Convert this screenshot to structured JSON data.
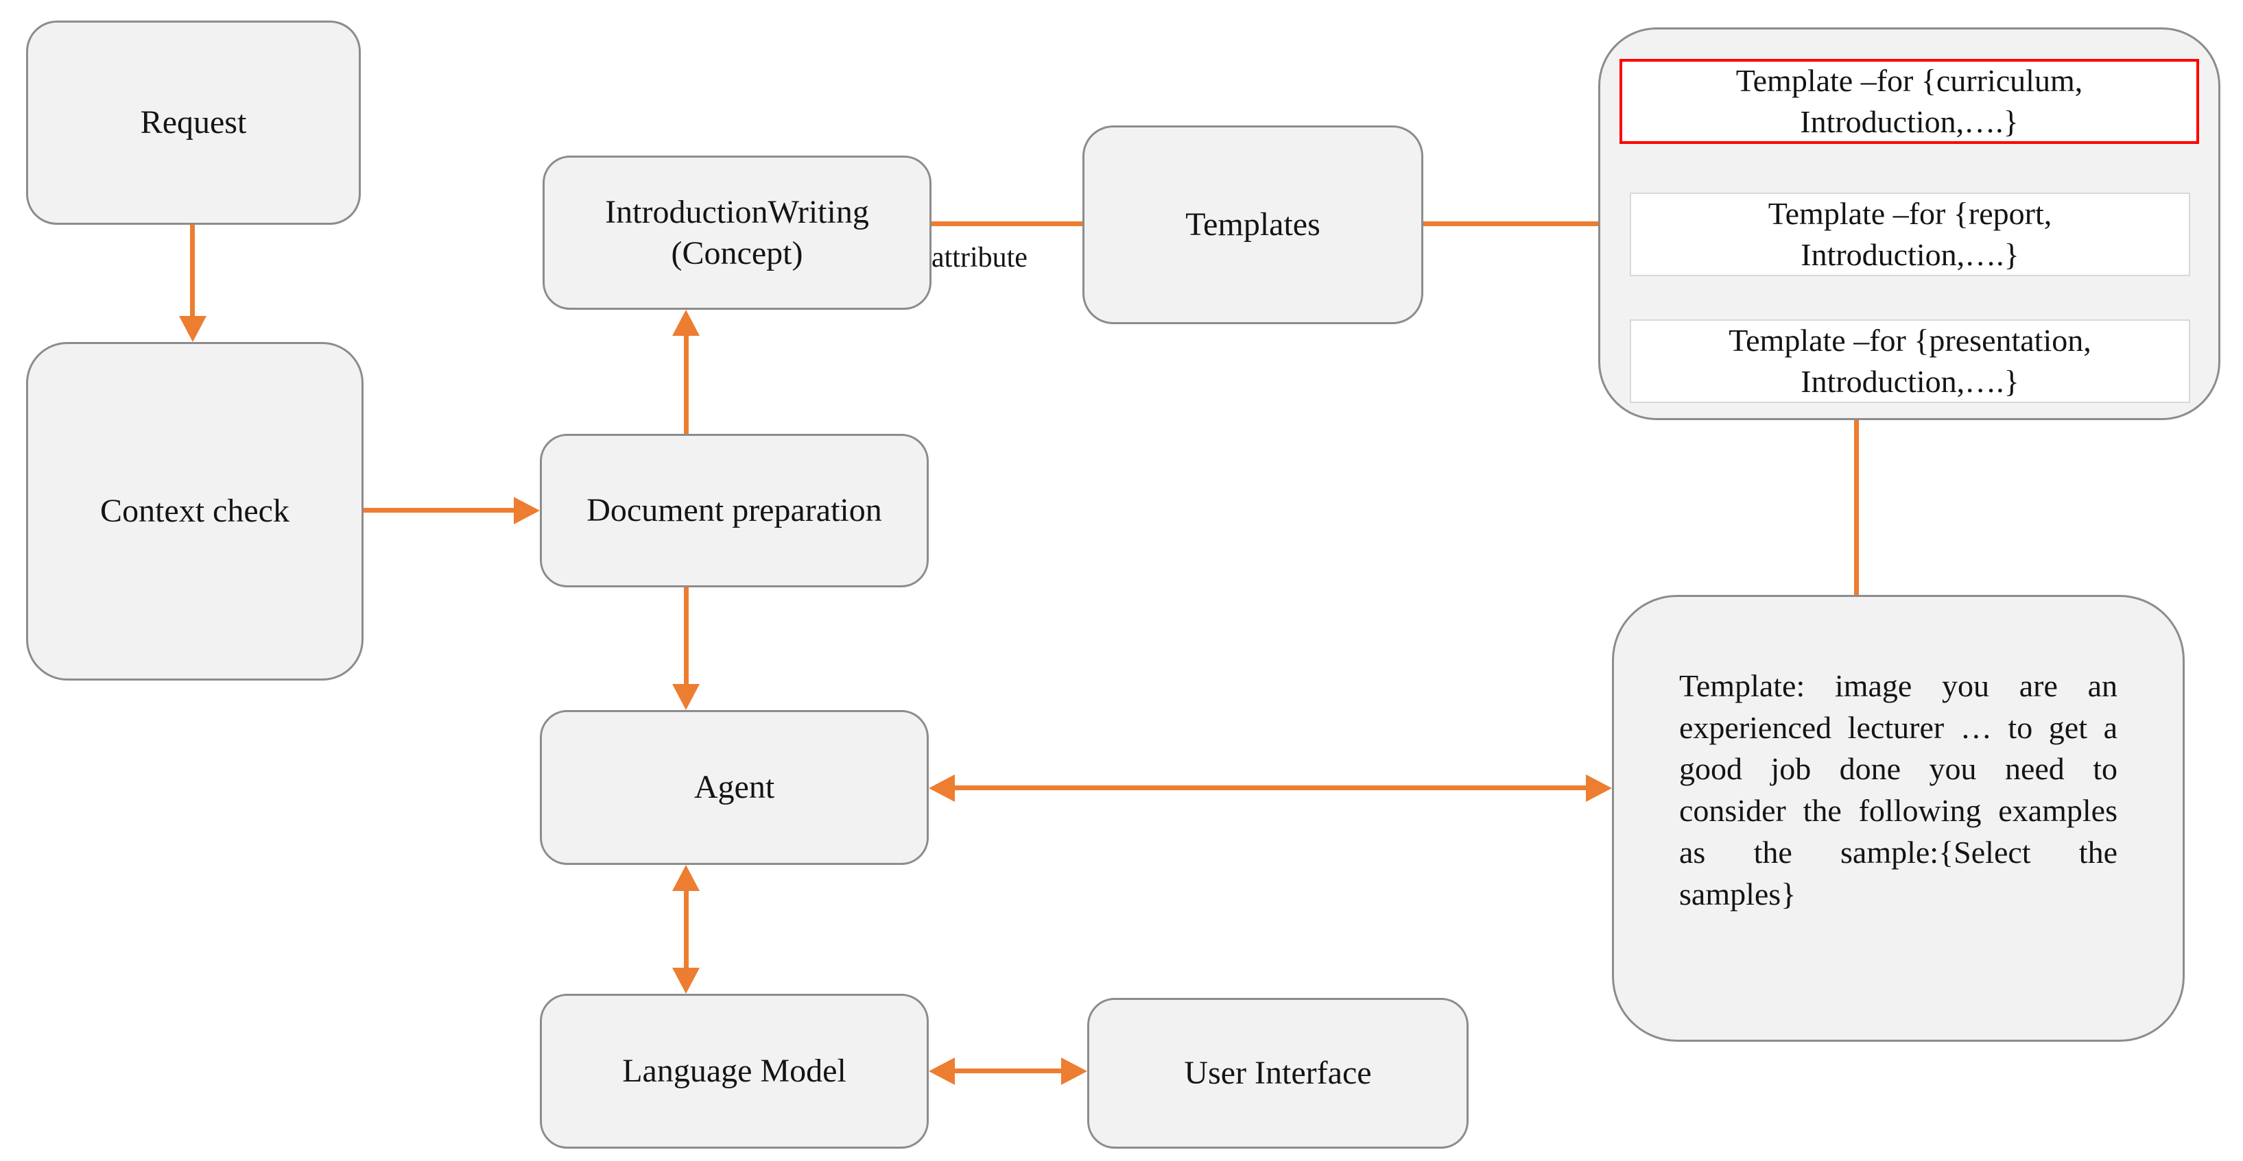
{
  "diagram": {
    "nodes": {
      "request": {
        "label": "Request"
      },
      "context_check": {
        "label": "Context check"
      },
      "introduction_writing": {
        "lines": [
          "IntroductionWriting",
          "(Concept)"
        ]
      },
      "document_preparation": {
        "label": "Document preparation"
      },
      "agent": {
        "label": "Agent"
      },
      "language_model": {
        "label": "Language Model"
      },
      "user_interface": {
        "label": "User Interface"
      },
      "templates": {
        "label": "Templates"
      },
      "template_items": [
        {
          "lines": [
            "Template –for {curriculum,",
            "Introduction,….}"
          ],
          "highlighted": true
        },
        {
          "lines": [
            "Template –for {report,",
            "Introduction,….}"
          ],
          "highlighted": false
        },
        {
          "lines": [
            "Template –for {presentation,",
            "Introduction,….}"
          ],
          "highlighted": false
        }
      ],
      "template_detail": {
        "text": "Template: image you are an experienced lecturer … to get a good job done you need to consider the following examples as the sample:{Select the samples}"
      }
    },
    "edge_labels": {
      "attribute": "attribute"
    },
    "colors": {
      "connector": "#ED7D31",
      "node_fill": "#f2f2f2",
      "node_border": "#8c8c8c",
      "highlight_border": "#ff0000",
      "item_border": "#d9d9d9"
    }
  }
}
